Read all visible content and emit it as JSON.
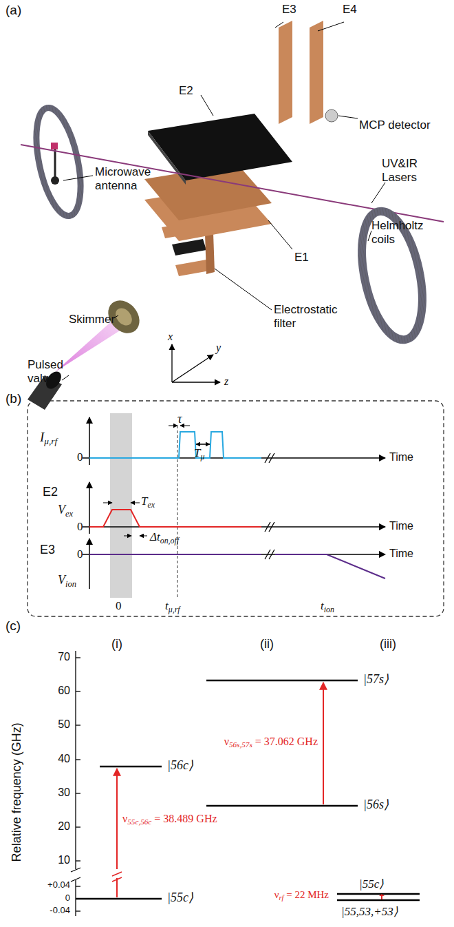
{
  "diagram": {
    "labels": [
      "(a)",
      "E3",
      "E4",
      "E2",
      "MCP detector",
      "Microwave antenna",
      "UV&IR Lasers",
      "E1",
      "Helmholtz coils",
      "Skimmer",
      "Electrostatic filter",
      "Pulsed valve",
      "x",
      "y",
      "z",
      "(b)",
      "Iμ,rf",
      "τ",
      "Tμ",
      "0",
      "Time",
      "E2",
      "Vex",
      "Tex",
      "Δton,off",
      "0",
      "Time",
      "E3",
      "0",
      "Vion",
      "Time",
      "0",
      "tμ,rf",
      "tion",
      "(c)",
      "(i)",
      "(ii)",
      "(iii)",
      "Relative frequency (GHz)",
      "70",
      "60",
      "50",
      "40",
      "30",
      "20",
      "10",
      "+0.04",
      "0",
      "-0.04",
      "|56c⟩",
      "|55c⟩",
      "ν55c,56c = 38.489 GHz",
      "|57s⟩",
      "|56s⟩",
      "ν56s,57s = 37.062 GHz",
      "|55c⟩",
      "νrf = 22 MHz",
      "|55,53,+53⟩"
    ]
  }
}
